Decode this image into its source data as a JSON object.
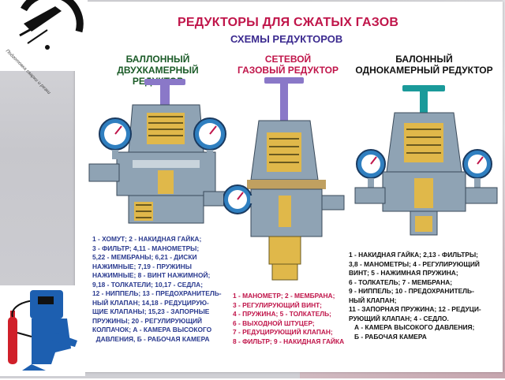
{
  "title": "РЕДУКТОРЫ ДЛЯ СЖАТЫХ ГАЗОВ",
  "subtitle": "СХЕМЫ РЕДУКТОРОВ",
  "logo": {
    "text": "Подготовка сварки и резки"
  },
  "columns": [
    {
      "heading": [
        "БАЛЛОННЫЙ",
        "ДВУХКАМЕРНЫЙ РЕДУКТОР"
      ],
      "legend": "1 - ХОМУТ; 2 - НАКИДНАЯ ГАЙКА;\n3 - ФИЛЬТР; 4,11 - МАНОМЕТРЫ;\n5,22 - МЕМБРАНЫ; 6,21 - ДИСКИ\nНАЖИМНЫЕ; 7,19 - ПРУЖИНЫ\nНАЖИМНЫЕ; 8 - ВИНТ НАЖИМНОЙ;\n9,18 - ТОЛКАТЕЛИ; 10,17 - СЕДЛА;\n12 - НИППЕЛЬ; 13 - ПРЕДОХРАНИТЕЛЬ-\nНЫЙ КЛАПАН; 14,18 - РЕДУЦИРУЮ-\nЩИЕ КЛАПАНЫ; 15,23 - ЗАПОРНЫЕ\nПРУЖИНЫ; 20 - РЕГУЛИРУЮЩИЙ\nКОЛПАЧОК; А - КАМЕРА ВЫСОКОГО\n  ДАВЛЕНИЯ, Б - РАБОЧАЯ КАМЕРА"
    },
    {
      "heading": [
        "СЕТЕВОЙ",
        "ГАЗОВЫЙ РЕДУКТОР"
      ],
      "legend": "1 - МАНОМЕТР; 2 - МЕМБРАНА;\n3 - РЕГУЛИРУЮЩИЙ ВИНТ;\n4 - ПРУЖИНА; 5 - ТОЛКАТЕЛЬ;\n6 - ВЫХОДНОЙ ШТУЦЕР;\n7 - РЕДУЦИРУЮЩИЙ КЛАПАН;\n8 - ФИЛЬТР; 9 - НАКИДНАЯ ГАЙКА"
    },
    {
      "heading": [
        "БАЛОННЫЙ",
        "ОДНОКАМЕРНЫЙ РЕДУКТОР"
      ],
      "legend": "1 - НАКИДНАЯ ГАЙКА; 2,13 - ФИЛЬТРЫ;\n3,8 - МАНОМЕТРЫ; 4 - РЕГУЛИРУЮЩИЙ\nВИНТ; 5 - НАЖИМНАЯ ПРУЖИНА;\n6 - ТОЛКАТЕЛЬ; 7 - МЕМБРАНА;\n9 - НИППЕЛЬ; 10 - ПРЕДОХРАНИТЕЛЬ-\nНЫЙ КЛАПАН;\n11 - ЗАПОРНАЯ ПРУЖИНА; 12 - РЕДУЦИ-\nРУЮЩИЙ КЛАПАН; 4 - СЕДЛО.\n   А - КАМЕРА ВЫСОКОГО ДАВЛЕНИЯ;\n   Б - РАБОЧАЯ КАМЕРА"
    }
  ],
  "colors": {
    "title": "#c0154a",
    "subtitle": "#3b2a8f",
    "body": "#8fa3b4",
    "brass": "#e0b84a",
    "knob": "#8a78c8",
    "gauge": "#2f7fc0"
  }
}
